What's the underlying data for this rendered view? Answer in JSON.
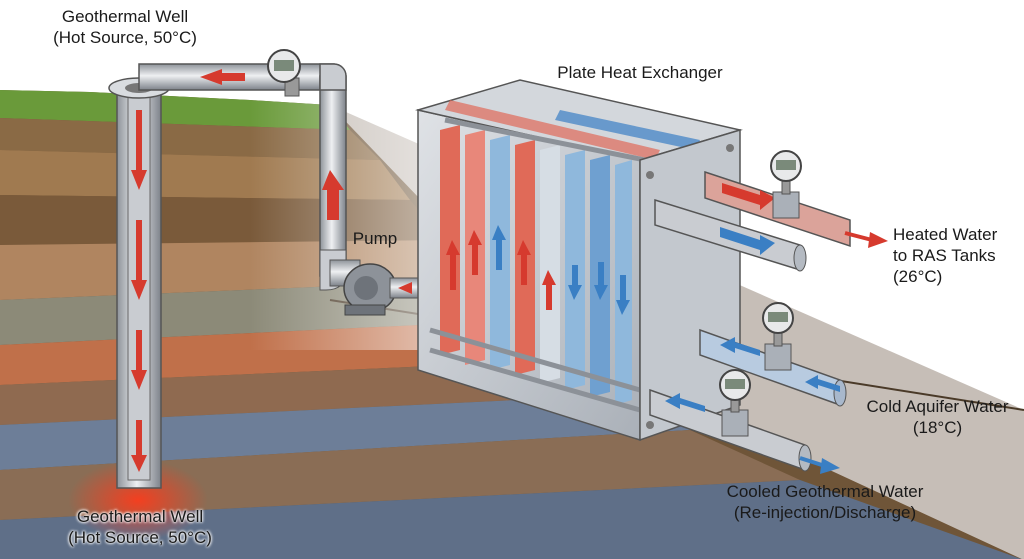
{
  "labels": {
    "well_top": [
      "Geothermal Well",
      "(Hot Source, 50°C)"
    ],
    "well_bottom": [
      "Geothermal Well",
      "(Hot Source, 50°C)"
    ],
    "exchanger": "Plate Heat Exchanger",
    "pump": "Pump",
    "heated_out": [
      "Heated Water",
      "to RAS Tanks",
      "(26°C)"
    ],
    "cold_in": [
      "Cold Aquifer Water",
      "(18°C)"
    ],
    "cooled_out": [
      "Cooled Geothermal Water",
      "(Re-injection/Discharge)"
    ]
  },
  "colors": {
    "hot": "#d63a2e",
    "cold": "#3a7fc4",
    "pipe": "#c9ccd1",
    "frame": "#b9bec6",
    "grass": "#6a9a3a",
    "soil_top": "#8a6a45"
  },
  "icons": [
    "pressure-gauge-icon",
    "pump-icon",
    "flow-arrow-icon"
  ]
}
